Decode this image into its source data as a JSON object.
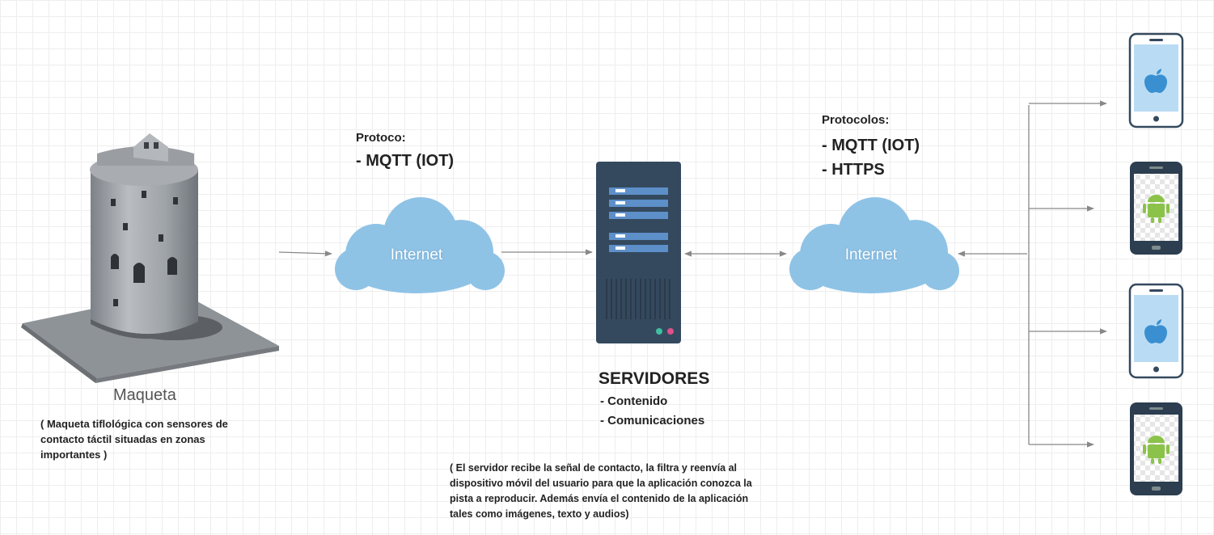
{
  "maqueta": {
    "title": "Maqueta",
    "description": "( Maqueta tiflológica con sensores de\ncontacto táctil situadas en zonas\nimportantes )"
  },
  "cloud_left": {
    "label": "Internet"
  },
  "cloud_right": {
    "label": "Internet"
  },
  "protocol_left": {
    "heading": "Protoco:",
    "items": [
      "- MQTT (IOT)"
    ]
  },
  "protocol_right": {
    "heading": "Protocolos:",
    "items": [
      "- MQTT (IOT)",
      "- HTTPS"
    ]
  },
  "server": {
    "title": "SERVIDORES",
    "items": [
      "- Contenido",
      "- Comunicaciones"
    ],
    "description": "( El servidor recibe la señal de contacto, la filtra y reenvía al\ndispositivo móvil del usuario para que la aplicación conozca la\npista a reproducir. Además envía el contenido de la aplicación\ntales como imágenes, texto y audios)"
  },
  "devices": [
    {
      "type": "iphone",
      "icon": "apple-icon"
    },
    {
      "type": "android",
      "icon": "android-icon"
    },
    {
      "type": "iphone",
      "icon": "apple-icon"
    },
    {
      "type": "android",
      "icon": "android-icon"
    }
  ],
  "colors": {
    "cloud": "#8fc3e6",
    "server_body": "#34495e",
    "server_bars": "#5d8fc9",
    "iphone_screen": "#b9dcf4",
    "android_body": "#2c3e50",
    "android_green": "#8bc34a",
    "arrow": "#888888"
  }
}
